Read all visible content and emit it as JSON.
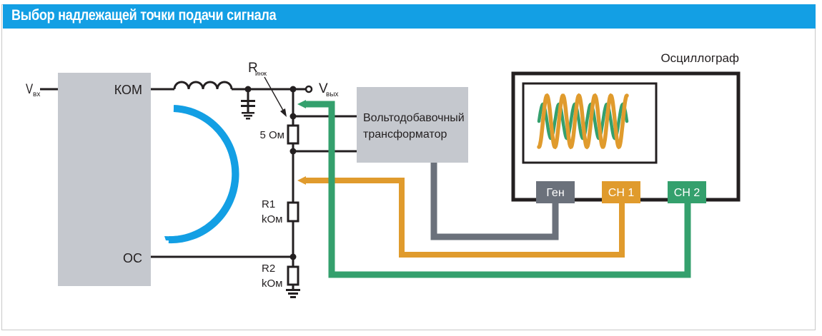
{
  "title": "Выбор надлежащей точки подачи сигнала",
  "colors": {
    "title_bg": "#139fe4",
    "block_gray": "#c5c8ce",
    "wire": "#231f20",
    "feedback_arc": "#139fe4",
    "gen": "#6b717b",
    "ch1": "#e09b2d",
    "ch2": "#34a06d"
  },
  "regulator": {
    "input_label_main": "V",
    "input_label_sub": "вх",
    "pin_top": "КОМ",
    "pin_bottom": "ОС"
  },
  "output": {
    "label_main": "V",
    "label_sub": "вых"
  },
  "injection_resistor": {
    "label_main": "R",
    "label_sub": "инж",
    "value": "5 Ом"
  },
  "divider": {
    "r1_name": "R1",
    "r1_unit": "kОм",
    "r2_name": "R2",
    "r2_unit": "kОм"
  },
  "transformer": {
    "line1": "Вольтодобавочный",
    "line2": "трансформатор"
  },
  "oscilloscope": {
    "label": "Осциллограф",
    "ports": [
      {
        "label": "Ген",
        "color": "#6b717b"
      },
      {
        "label": "CH 1",
        "color": "#e09b2d"
      },
      {
        "label": "CH 2",
        "color": "#34a06d"
      }
    ],
    "traces": [
      {
        "name": "CH 1",
        "color": "#e09b2d",
        "cycles": 5.5
      },
      {
        "name": "CH 2",
        "color": "#34a06d",
        "cycles": 5.5
      }
    ]
  }
}
